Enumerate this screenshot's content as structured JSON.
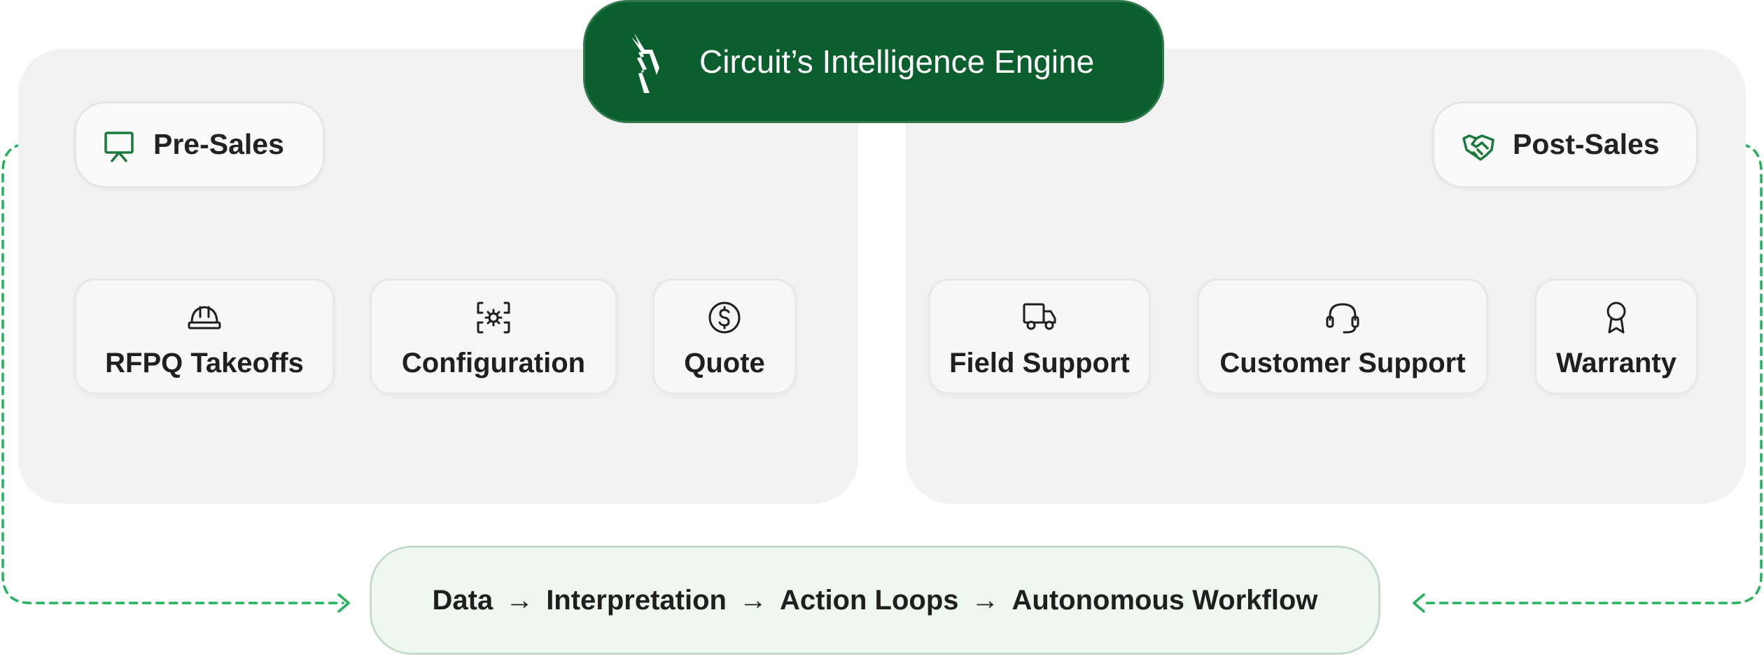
{
  "colors": {
    "engine_bg": "#0b5e2d",
    "accent_green": "#1a7a3c",
    "dashed_loop": "#22b35a",
    "panel_bg": "#f2f2f2",
    "workflow_bg": "#eef8f1"
  },
  "engine": {
    "title": "Circuit’s Intelligence Engine",
    "icon": "lightning-bolt-icon"
  },
  "pre_sales": {
    "label": "Pre-Sales",
    "icon": "presentation-board-icon",
    "items": [
      {
        "label": "RFPQ Takeoffs",
        "icon": "hard-hat-icon"
      },
      {
        "label": "Configuration",
        "icon": "gear-chip-icon"
      },
      {
        "label": "Quote",
        "icon": "dollar-circle-icon"
      }
    ]
  },
  "post_sales": {
    "label": "Post-Sales",
    "icon": "handshake-icon",
    "items": [
      {
        "label": "Field Support",
        "icon": "truck-icon"
      },
      {
        "label": "Customer Support",
        "icon": "headset-icon"
      },
      {
        "label": "Warranty",
        "icon": "award-ribbon-icon"
      }
    ]
  },
  "workflow": {
    "steps": [
      "Data",
      "Interpretation",
      "Action Loops",
      "Autonomous Workflow"
    ],
    "separator": "→"
  }
}
